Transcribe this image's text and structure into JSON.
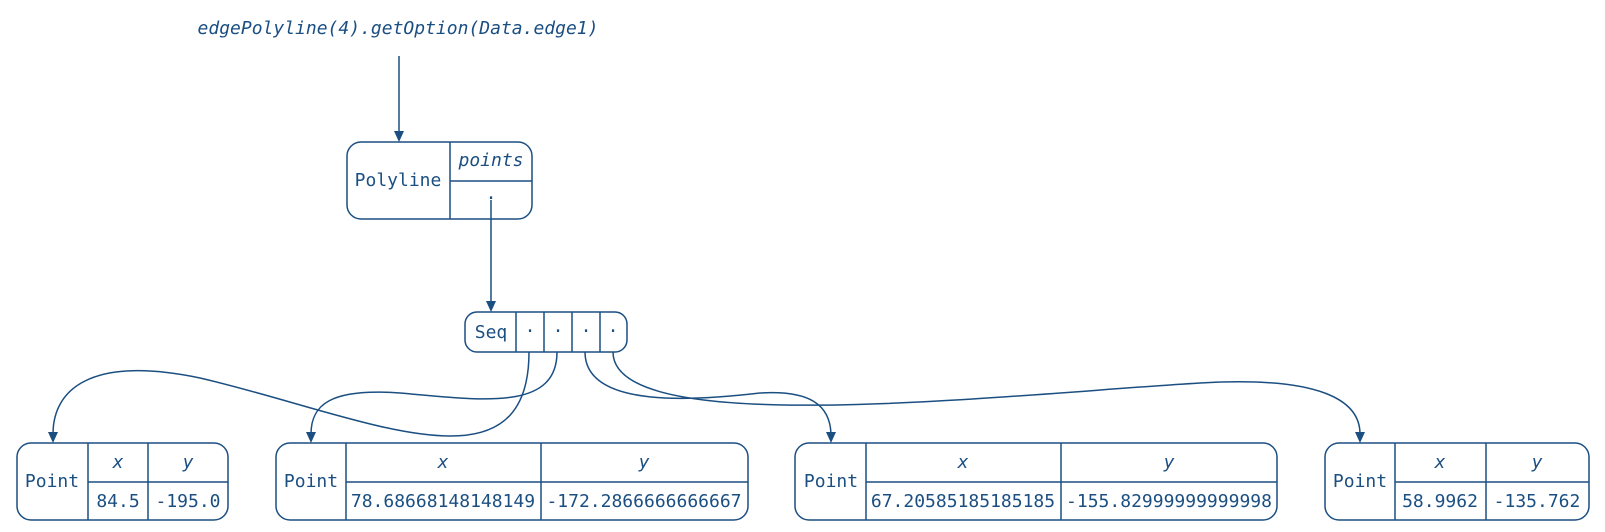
{
  "expression": "edgePolyline(4).getOption(Data.edge1)",
  "polyline": {
    "label": "Polyline",
    "field_name": "points",
    "field_value": "·"
  },
  "seq": {
    "label": "Seq",
    "slots": [
      "·",
      "·",
      "·",
      "·"
    ]
  },
  "points": [
    {
      "label": "Point",
      "x_header": "x",
      "y_header": "y",
      "x": "84.5",
      "y": "-195.0"
    },
    {
      "label": "Point",
      "x_header": "x",
      "y_header": "y",
      "x": "78.68668148148149",
      "y": "-172.2866666666667"
    },
    {
      "label": "Point",
      "x_header": "x",
      "y_header": "y",
      "x": "67.20585185185185",
      "y": "-155.82999999999998"
    },
    {
      "label": "Point",
      "x_header": "x",
      "y_header": "y",
      "x": "58.9962",
      "y": "-135.762"
    }
  ],
  "colors": {
    "ink": "#1b4f82",
    "background": "#ffffff"
  }
}
